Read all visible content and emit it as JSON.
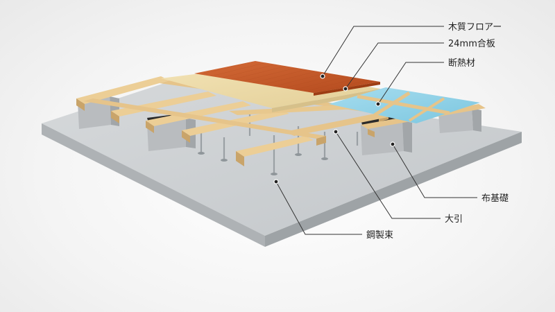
{
  "labels": {
    "wood_flooring": "木質フロアー",
    "plywood": "24mm合板",
    "insulation": "断熱材",
    "foundation": "布基礎",
    "ohbiki": "大引",
    "steel_post": "鋼製束"
  },
  "colors": {
    "slab_top": "#c9ccce",
    "slab_side": "#aeb2b5",
    "flooring": "#c75a2a",
    "plywood": "#ecd9a4",
    "insulation": "#8fd2e8",
    "timber": "#e6c48a",
    "foundation": "#b9bcbf"
  }
}
